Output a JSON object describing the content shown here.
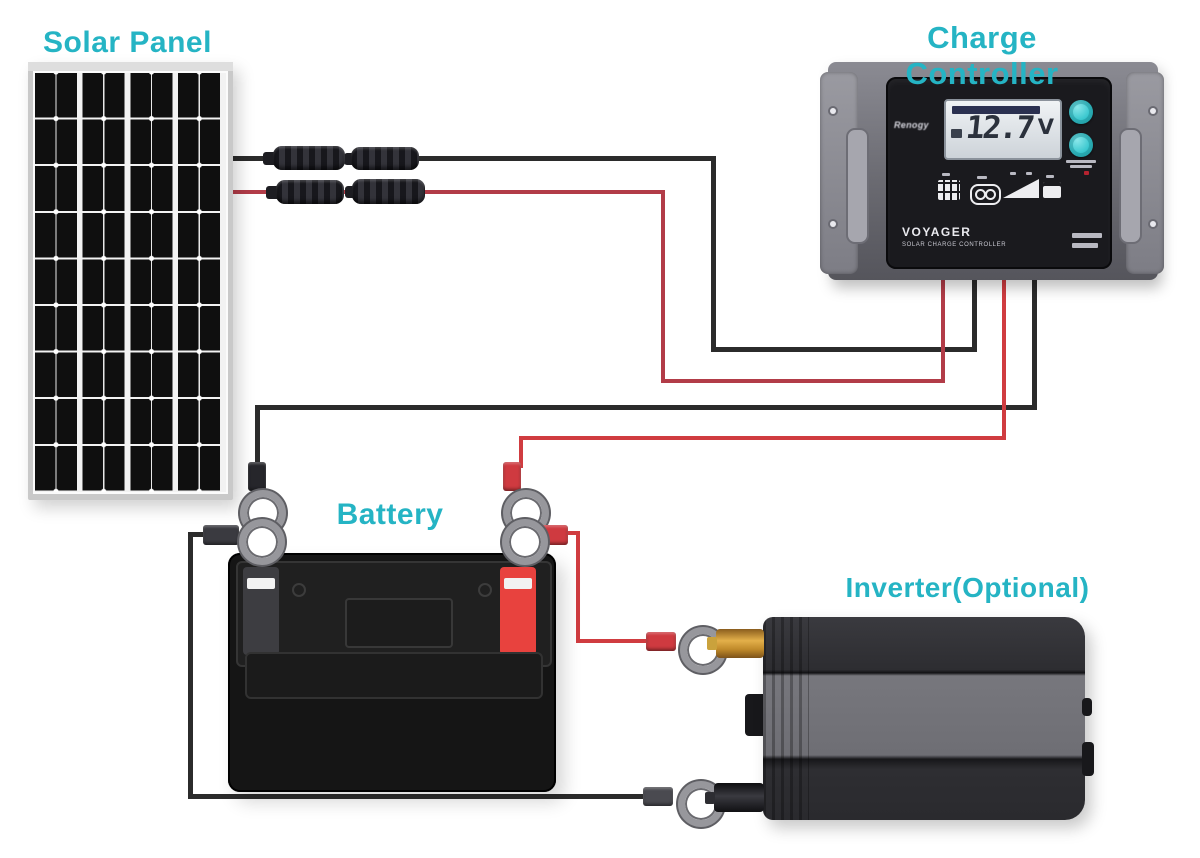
{
  "labels": {
    "solar_panel": "Solar Panel",
    "charge_controller": "Charge Controller",
    "battery": "Battery",
    "inverter": "Inverter(Optional)"
  },
  "colors": {
    "label_teal": "#25b4c4",
    "wire_negative": "#2b2b2b",
    "wire_pv_positive": "#b23c48",
    "wire_battery_positive": "#d03c40",
    "controller_button_teal": "#3cc8cf",
    "battery_positive_terminal": "#e8423e",
    "battery_negative_terminal": "#3d3d41",
    "inverter_positive_stud": "#c99433"
  },
  "charge_controller": {
    "brand": "Renogy",
    "lcd_value": "12.7",
    "lcd_unit": "V",
    "model": "VOYAGER",
    "subtitle": "SOLAR CHARGE CONTROLLER"
  },
  "icons": {
    "battery_bank_icon": "grid-square",
    "battery_type_icon": "two-round-cells",
    "charge_ramp_icon": "rising-wedge",
    "small_battery_icon": "battery-block",
    "ring_terminal_icon": "ring-lug",
    "mc4_connector_icon": "mc4-plug"
  }
}
